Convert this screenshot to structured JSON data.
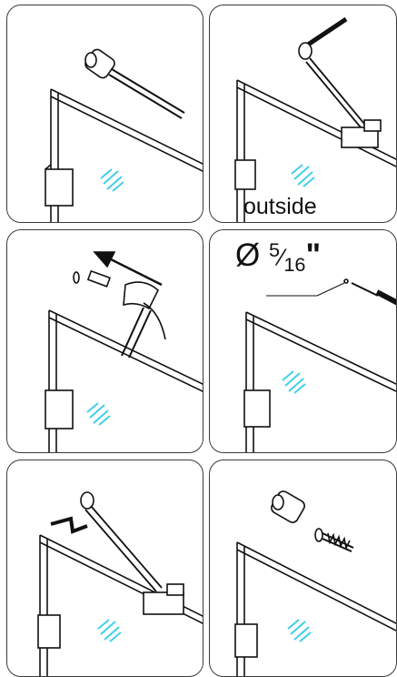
{
  "panels": [
    {
      "id": 1,
      "step": "attach-hinge-to-rod"
    },
    {
      "id": 2,
      "step": "position-on-glass",
      "label": "outside"
    },
    {
      "id": 3,
      "step": "hammer-anchor"
    },
    {
      "id": 4,
      "step": "drill-hole",
      "diameter_symbol": "Ø",
      "numerator": "5",
      "denominator": "16",
      "unit": "\""
    },
    {
      "id": 5,
      "step": "mount-rod"
    },
    {
      "id": 6,
      "step": "screw-bracket"
    }
  ],
  "colors": {
    "line": "#111111",
    "frame": "#3a3a3a",
    "glass_mark": "#3fd0e8"
  }
}
